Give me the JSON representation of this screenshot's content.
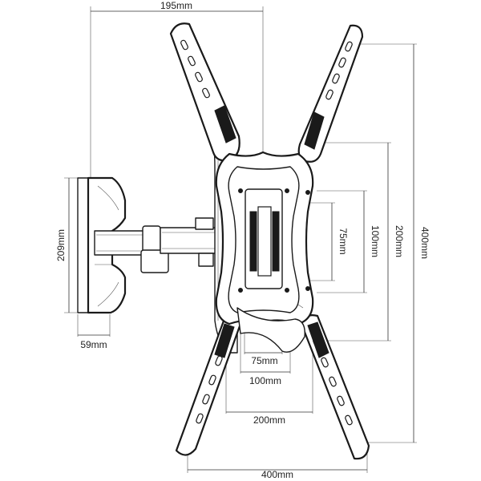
{
  "dimensions": {
    "arm_extension": "195mm",
    "wall_plate_height": "209mm",
    "wall_plate_depth": "59mm",
    "vesa_75_vertical": "75mm",
    "vesa_100_vertical": "100mm",
    "vesa_200_vertical": "200mm",
    "vesa_400_vertical": "400mm",
    "vesa_75_horizontal": "75mm",
    "vesa_100_horizontal": "100mm",
    "vesa_200_horizontal": "200mm",
    "vesa_400_horizontal": "400mm"
  },
  "colors": {
    "line": "#1a1a1a",
    "background": "#ffffff"
  }
}
